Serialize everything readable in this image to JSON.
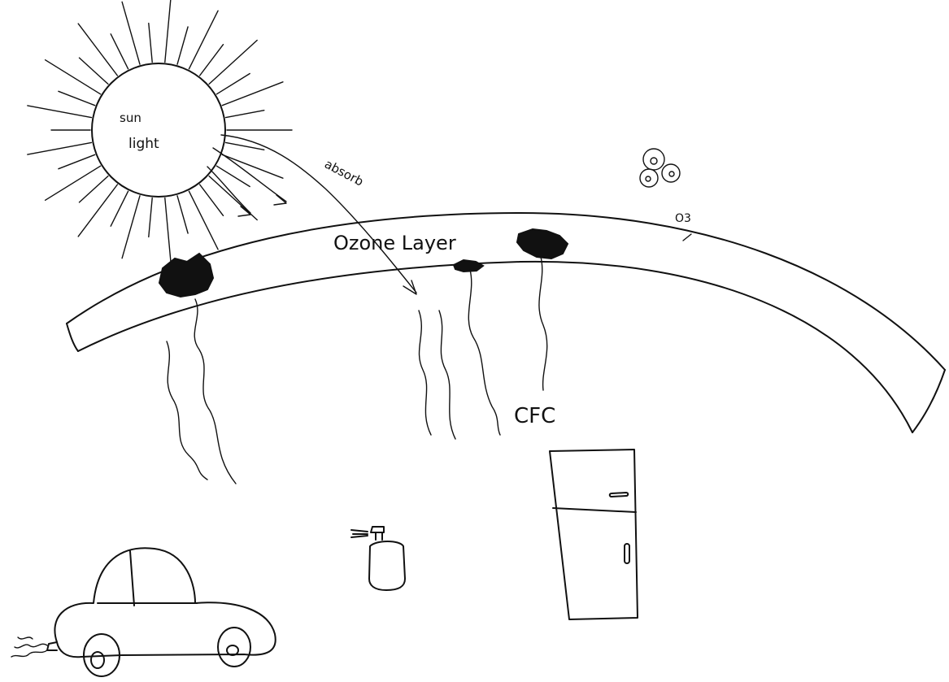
{
  "labels": {
    "sun_line1": "sun",
    "sun_line2": "light",
    "absorb": "absorb",
    "ozone_layer": "Ozone Layer",
    "o3": "O3",
    "cfc": "CFC"
  },
  "colors": {
    "ink": "#111111",
    "paper": "#ffffff"
  },
  "icons": [
    "sun-icon",
    "ozone-molecule-icon",
    "car-icon",
    "spray-can-icon",
    "refrigerator-icon"
  ]
}
